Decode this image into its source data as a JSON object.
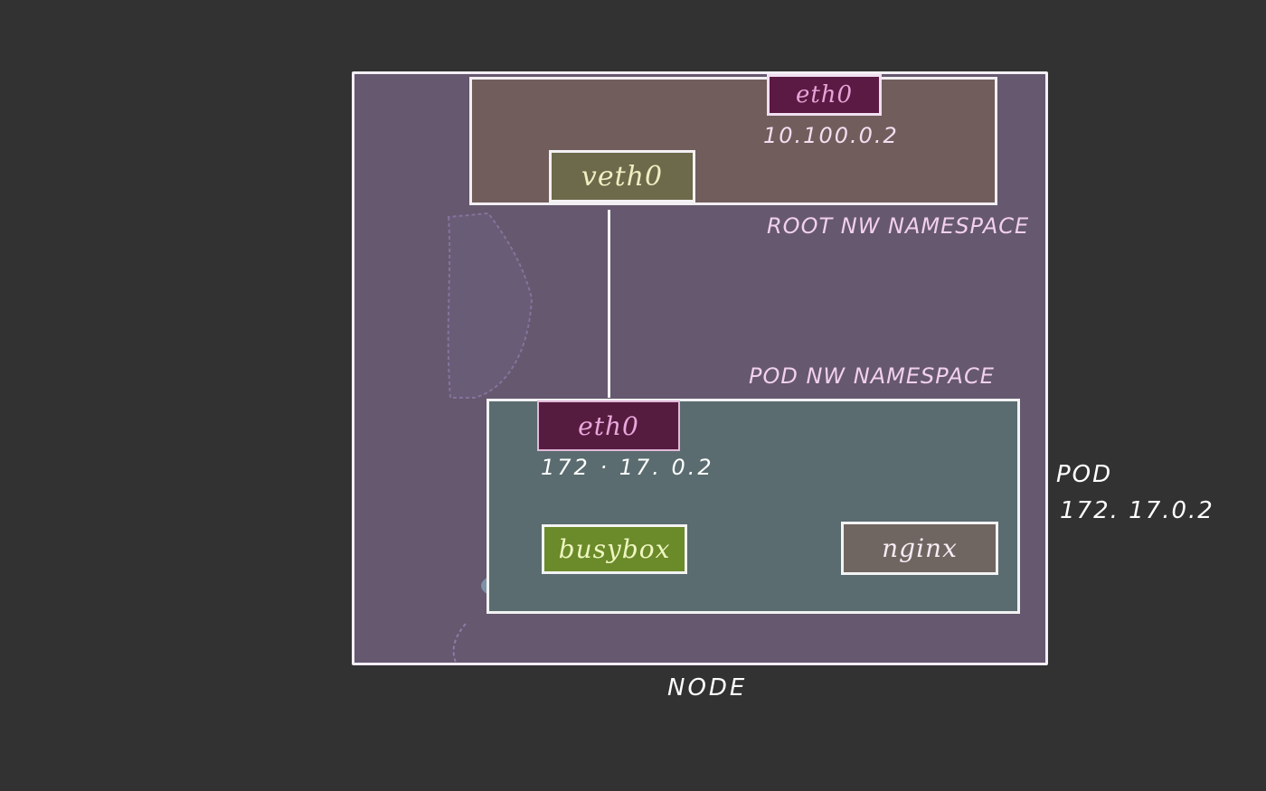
{
  "diagram": {
    "node": {
      "label": "NODE"
    },
    "root_namespace": {
      "label": "ROOT NW NAMESPACE",
      "eth0": {
        "label": "eth0",
        "ip": "10.100.0.2"
      },
      "veth0": {
        "label": "veth0"
      }
    },
    "pod_namespace": {
      "label": "POD NW NAMESPACE",
      "eth0": {
        "label": "eth0",
        "ip": "172 · 17. 0.2"
      },
      "containers": [
        {
          "label": "busybox"
        },
        {
          "label": "nginx"
        }
      ]
    },
    "pod": {
      "label": "POD",
      "ip": "172. 17.0.2"
    }
  },
  "colors": {
    "background": "#323232",
    "node_fill": "#65586f",
    "root_ns_fill": "#715d5c",
    "pod_ns_fill": "#5a6c70",
    "eth0_fill": "#5b1a43",
    "veth0_fill": "#6d6a4b",
    "busybox_fill": "#6b8a2a",
    "nginx_fill": "#706661"
  }
}
